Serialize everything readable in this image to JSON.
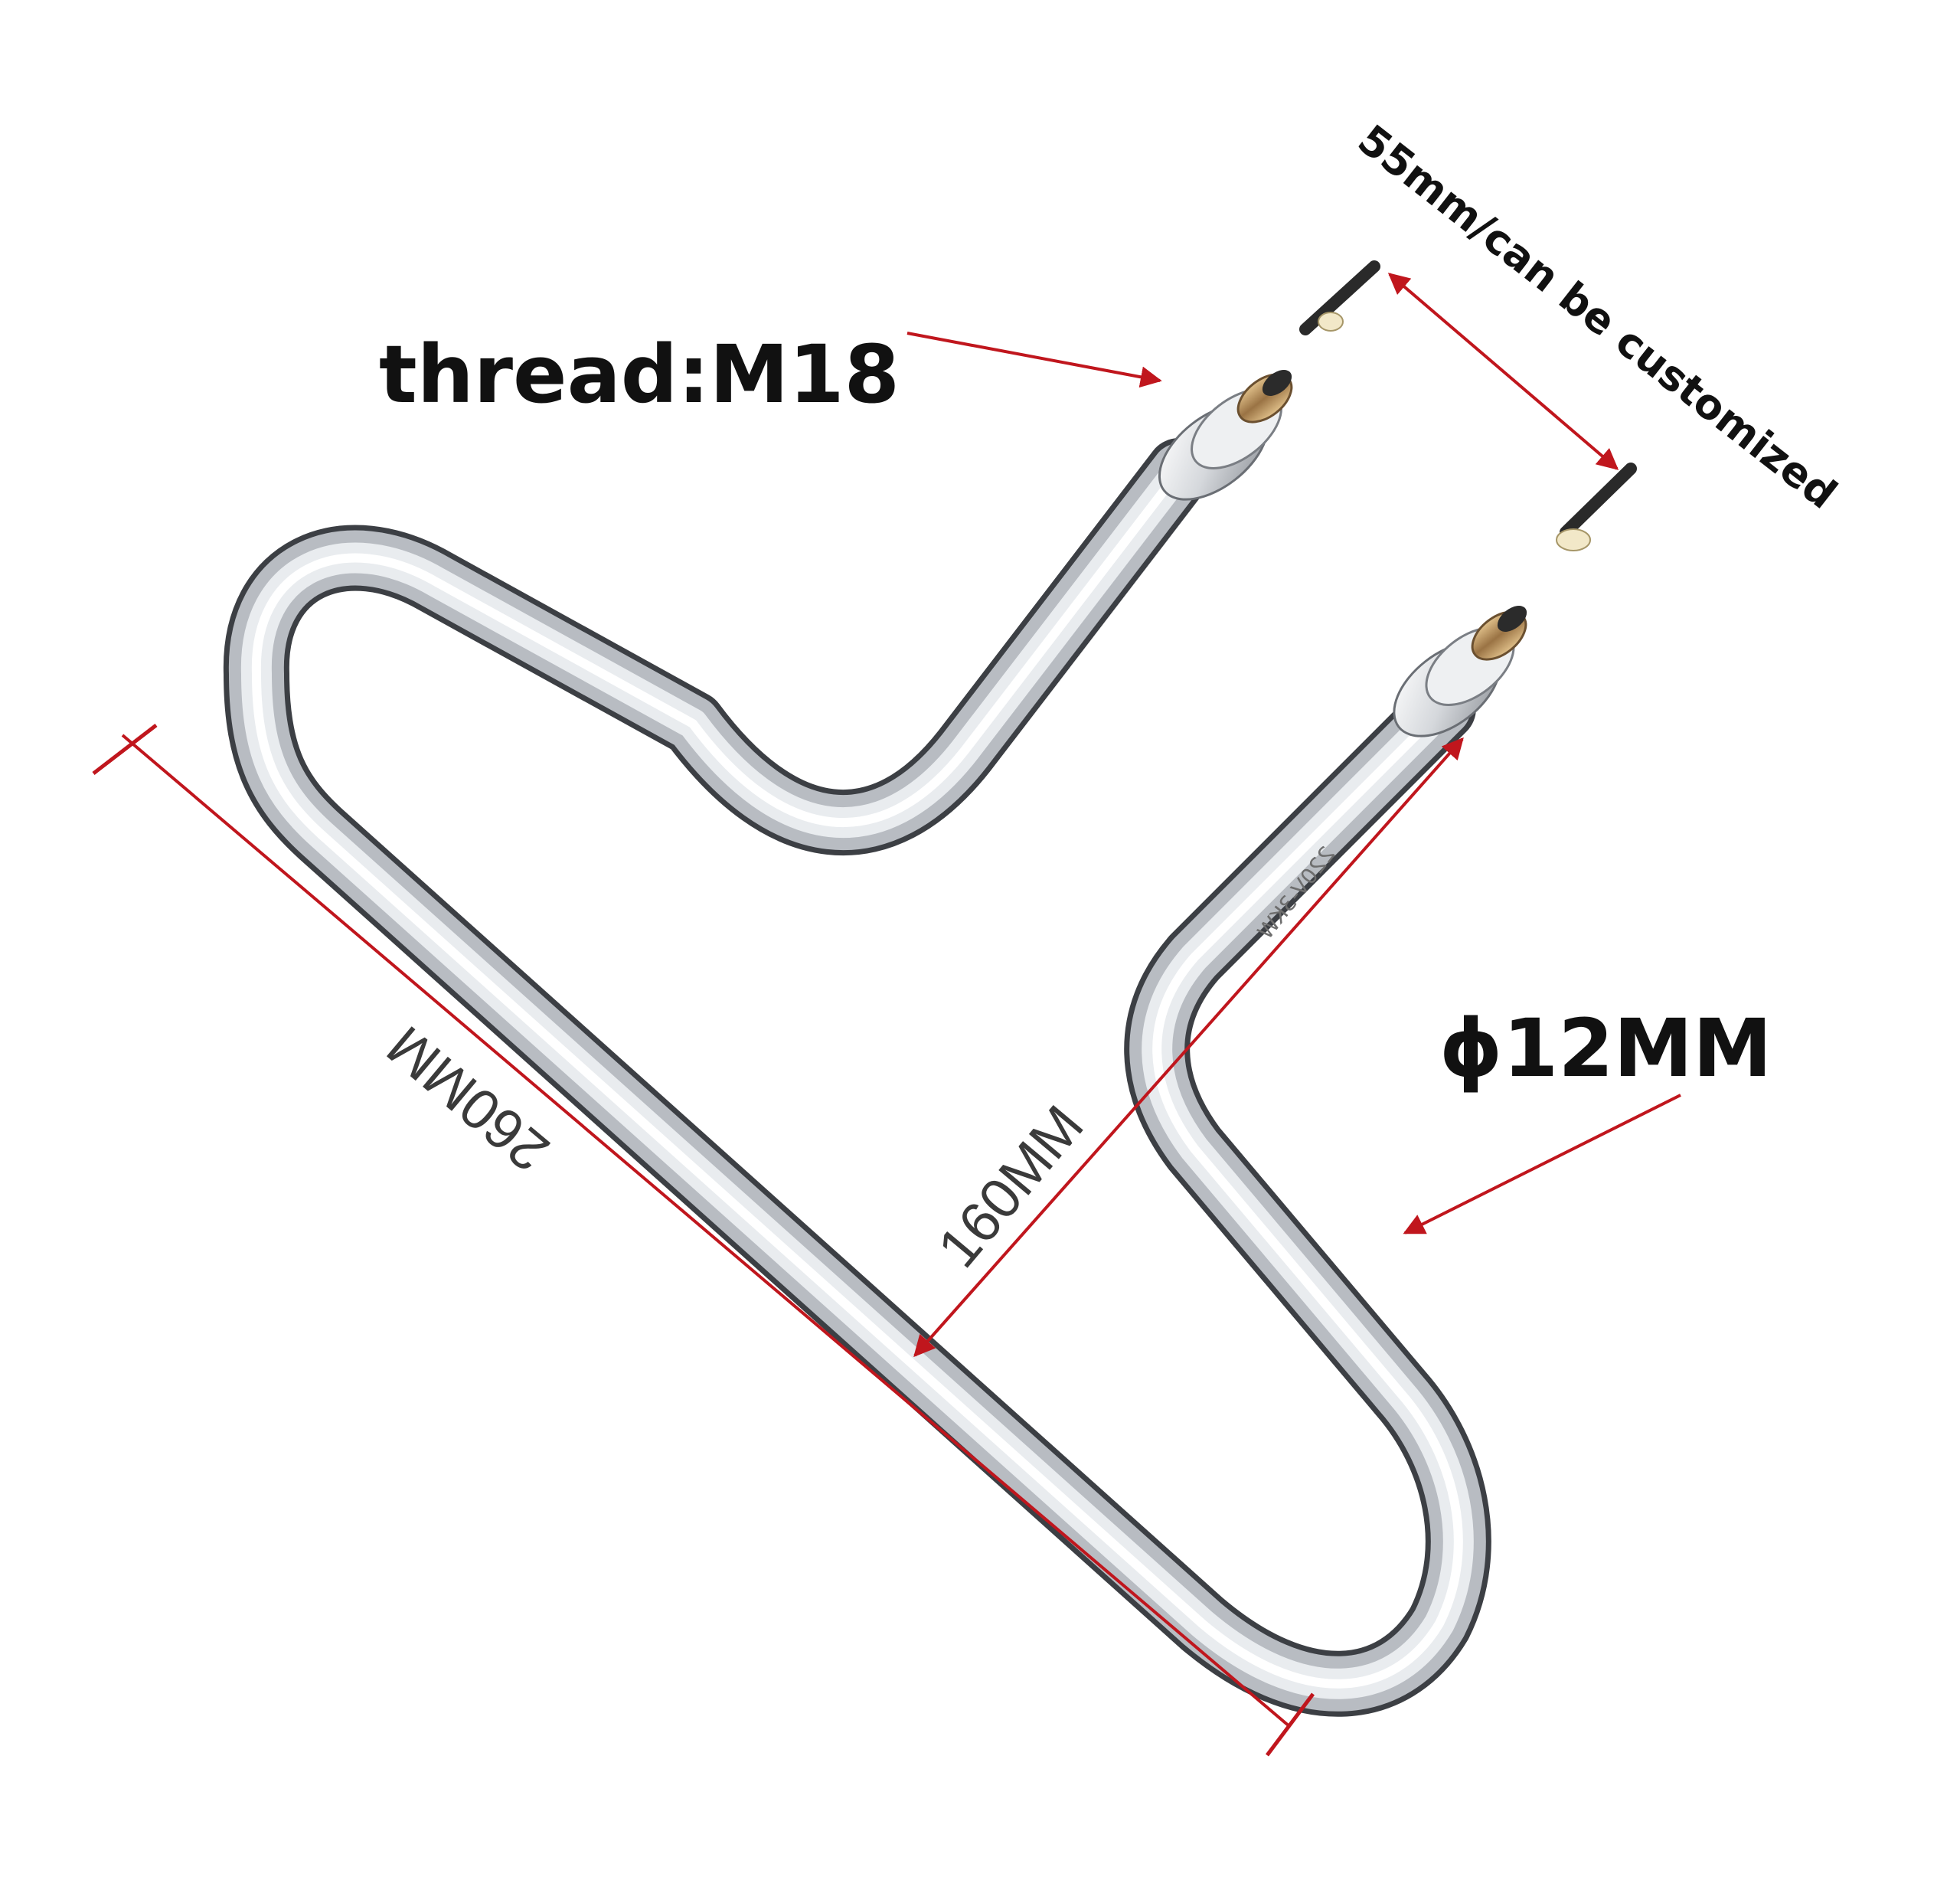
{
  "labels": {
    "thread": "thread:M18",
    "terminal_length": "55mm/can be customized",
    "diameter": "ϕ12MM",
    "length": "260MM",
    "width": "160MM",
    "etching": "220V-3KW"
  },
  "colors": {
    "dimension_line": "#c0161d",
    "tube_base": "#b8bcc2",
    "tube_highlight": "#ffffff",
    "tube_shadow": "#4a4d52",
    "brass_thread": "#b08a52",
    "background": "#ffffff"
  },
  "icons": {
    "element": "tubular-heating-element-icon",
    "nut": "hex-nut-icon",
    "thread": "threaded-terminal-icon",
    "terminal_pin": "terminal-pin-icon"
  }
}
